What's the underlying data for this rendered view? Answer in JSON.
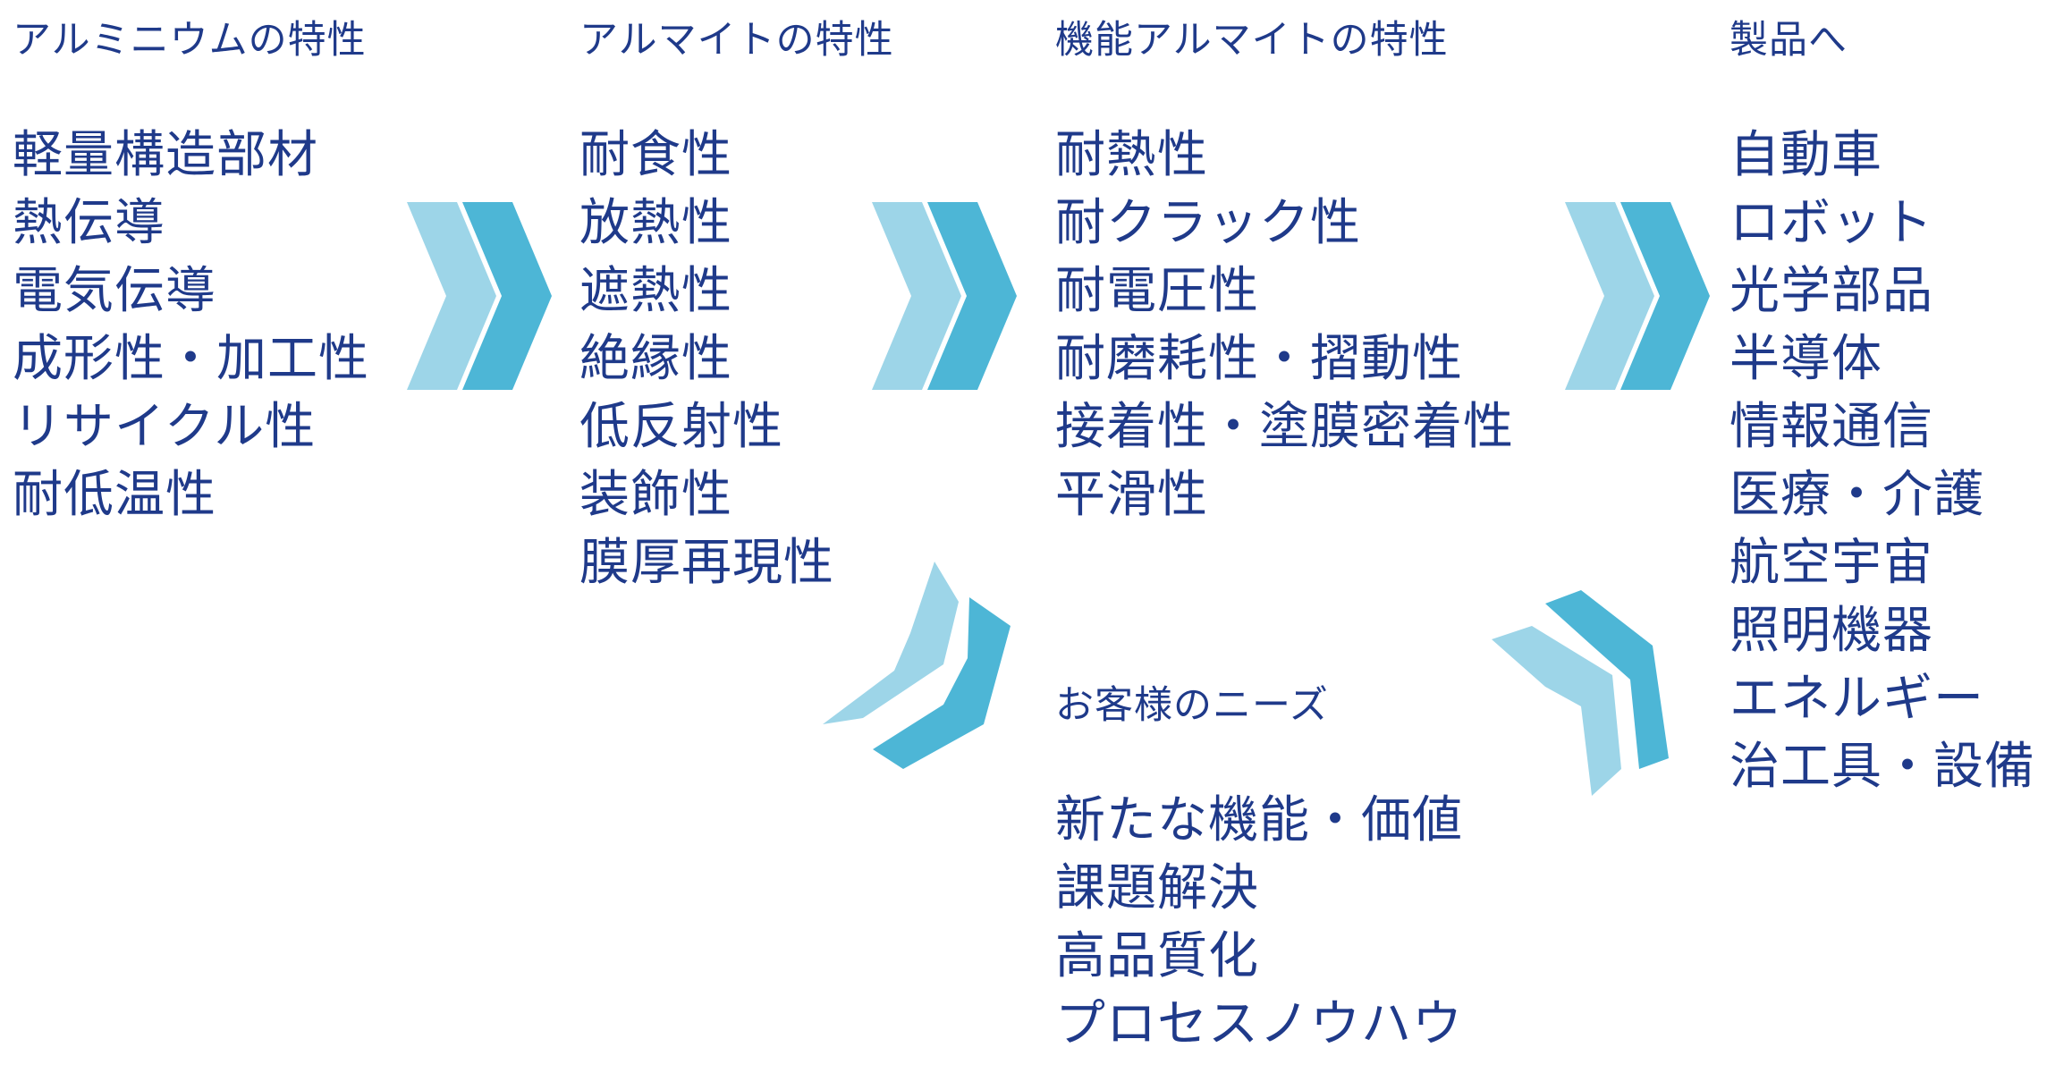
{
  "columns": [
    {
      "heading": "アルミニウムの特性",
      "items": [
        "軽量構造部材",
        "熱伝導",
        "電気伝導",
        "成形性・加工性",
        "リサイクル性",
        "耐低温性"
      ]
    },
    {
      "heading": "アルマイトの特性",
      "items": [
        "耐食性",
        "放熱性",
        "遮熱性",
        "絶縁性",
        "低反射性",
        "装飾性",
        "膜厚再現性"
      ]
    },
    {
      "heading": "機能アルマイトの特性",
      "items": [
        "耐熱性",
        "耐クラック性",
        "耐電圧性",
        "耐磨耗性・摺動性",
        "接着性・塗膜密着性",
        "平滑性"
      ]
    },
    {
      "heading": "お客様のニーズ",
      "items": [
        "新たな機能・価値",
        "課題解決",
        "高品質化",
        "プロセスノウハウ"
      ]
    },
    {
      "heading": "製品へ",
      "items": [
        "自動車",
        "ロボット",
        "光学部品",
        "半導体",
        "情報通信",
        "医療・介護",
        "航空宇宙",
        "照明機器",
        "エネルギー",
        "治工具・設備"
      ]
    }
  ],
  "colors": {
    "text": "#1f3a8a",
    "chevron_light": "#9dd5e8",
    "chevron_dark": "#4db6d6"
  }
}
